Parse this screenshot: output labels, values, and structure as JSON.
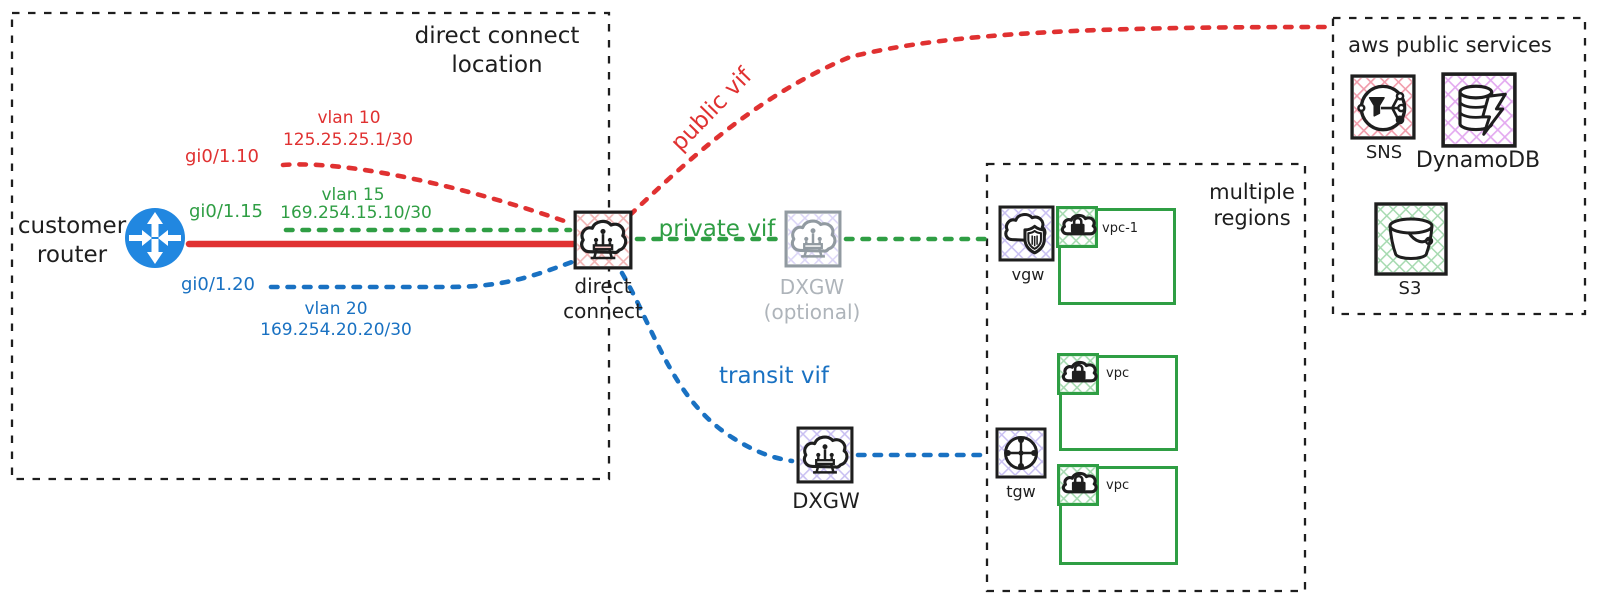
{
  "colors": {
    "red": "#e03131",
    "green": "#2f9e44",
    "blue": "#1971c2",
    "ink": "#1e1e1e",
    "muted": "#aeb4ba",
    "router_blue": "#2187e0"
  },
  "customer_router": {
    "line1": "customer",
    "line2": "router"
  },
  "dc_location": {
    "line1": "direct connect",
    "line2": "location"
  },
  "vlan10": {
    "iface": "gi0/1.10",
    "name": "vlan 10",
    "cidr": "125.25.25.1/30"
  },
  "vlan15": {
    "iface": "gi0/1.15",
    "name": "vlan 15",
    "cidr": "169.254.15.10/30"
  },
  "vlan20": {
    "iface": "gi0/1.20",
    "name": "vlan 20",
    "cidr": "169.254.20.20/30"
  },
  "direct_connect": {
    "line1": "direct",
    "line2": "connect"
  },
  "vifs": {
    "public": "public vif",
    "private": "private vif",
    "transit": "transit vif"
  },
  "dxgw_optional": {
    "line1": "DXGW",
    "line2": "(optional)"
  },
  "dxgw": {
    "label": "DXGW"
  },
  "regions": {
    "line1": "multiple",
    "line2": "regions"
  },
  "vgw": {
    "label": "vgw"
  },
  "tgw": {
    "label": "tgw"
  },
  "vpcs": [
    {
      "label": "vpc-1"
    },
    {
      "label": "vpc"
    },
    {
      "label": "vpc"
    }
  ],
  "public_services": {
    "title": "aws public services",
    "items": [
      {
        "label": "SNS"
      },
      {
        "label": "DynamoDB"
      },
      {
        "label": "S3"
      }
    ]
  }
}
